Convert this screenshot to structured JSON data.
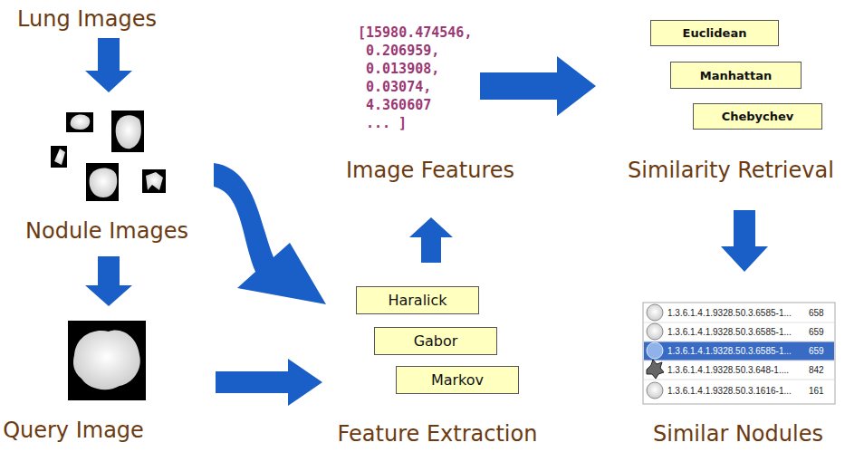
{
  "diagram": {
    "nodes": [
      {
        "text": [
          "Haralick"
        ]
      },
      {
        "text": [
          "Gabor"
        ]
      },
      {
        "text": [
          "Markov"
        ]
      },
      {
        "text": [
          "Euclidean"
        ]
      },
      {
        "text": [
          "Manhattan"
        ]
      },
      {
        "text": [
          "Chebychev"
        ]
      }
    ],
    "labels": [
      "Lung Images",
      "Nodule Images",
      "Query Image",
      "[15980.474546,",
      "0.206959,",
      "0.013908,",
      "0.03074,",
      "4.360607",
      "... ]",
      "Image Features",
      "Feature Extraction",
      "Similarity Retrieval",
      "1.3.6.1.4.1.9328.50.3.6585-1...",
      "658",
      "1.3.6.1.4.1.9328.50.3.6585-1...",
      "659",
      "1.3.6.1.4.1.9328.50.3.6585-1...",
      "659",
      "1.3.6.1.4.1.9328.50.3.648-1....",
      "842",
      "1.3.6.1.4.1.9328.50.3.1616-1...",
      "161",
      "Similar Nodules"
    ]
  }
}
